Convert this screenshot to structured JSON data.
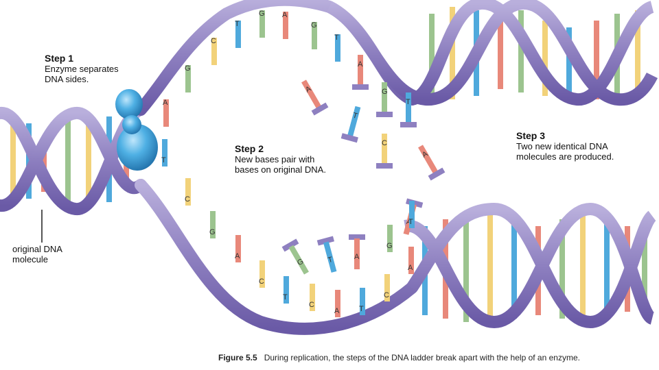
{
  "colors": {
    "backbone": "#8e80c0",
    "backbone_dark": "#6a5aa6",
    "rung_accent": "#f2a93b",
    "base_A": "#e8887a",
    "base_T": "#4fa9dc",
    "base_G": "#9cc48f",
    "base_C": "#f2d27a",
    "enzyme": "#3f9fd8"
  },
  "steps": {
    "step1": {
      "title": "Step 1",
      "lines": [
        "Enzyme separates",
        "DNA sides."
      ]
    },
    "step2": {
      "title": "Step 2",
      "lines": [
        "New bases pair with",
        "bases on original DNA."
      ]
    },
    "step3": {
      "title": "Step 3",
      "lines": [
        "Two new identical DNA",
        "molecules are produced."
      ]
    }
  },
  "original_label": {
    "lines": [
      "original DNA",
      "molecule"
    ]
  },
  "caption": {
    "figure": "Figure 5.5",
    "text": "During replication, the steps of the DNA ladder break apart with the help of an enzyme."
  },
  "bases": {
    "upper_strand": [
      "A",
      "G",
      "C",
      "T",
      "G",
      "A",
      "G",
      "T"
    ],
    "lower_strand": [
      "T",
      "C",
      "G",
      "A",
      "C",
      "T",
      "C",
      "A",
      "T",
      "C",
      "A",
      "G",
      "T"
    ],
    "free_upper": [
      "A",
      "A",
      "T",
      "G",
      "T",
      "C",
      "A"
    ],
    "free_lower": [
      "G",
      "T",
      "A",
      "A"
    ]
  }
}
